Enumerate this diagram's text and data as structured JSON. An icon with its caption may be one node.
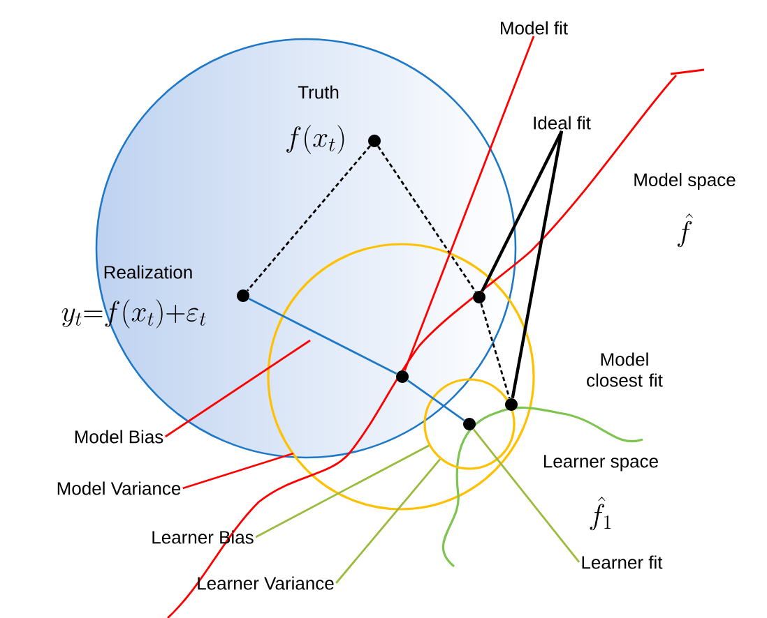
{
  "diagram": {
    "nodes": [
      {
        "text": [],
        "shape": "circle",
        "beside": [
          "Truth",
          "f(x_t)"
        ]
      },
      {
        "text": [],
        "shape": "circle",
        "beside": [
          "Realization",
          "y_t{=}f(x_t){+}\\varepsilon_t"
        ]
      },
      {
        "text": [],
        "shape": "circle"
      },
      {
        "text": [],
        "shape": "circle"
      },
      {
        "text": [],
        "shape": "circle"
      },
      {
        "text": [],
        "shape": "circle",
        "beside": [
          "Model closest fit"
        ]
      },
      {
        "text": [
          "Ideal fit"
        ]
      },
      {
        "text": [
          "Model fit"
        ]
      },
      {
        "text": [
          "Model Bias"
        ]
      },
      {
        "text": [
          "Model Variance"
        ]
      },
      {
        "text": [
          "Learner Bias"
        ]
      },
      {
        "text": [
          "Learner Variance"
        ]
      },
      {
        "text": [
          "Learner fit"
        ]
      },
      {
        "text": [],
        "shape": "circle",
        "in": 4
      }
    ],
    "edges": [
      {
        "from": 0,
        "to": 1,
        "arrow": "none",
        "style": "dashed"
      },
      {
        "from": 0,
        "to": 2,
        "arrow": "none",
        "style": "dashed"
      },
      {
        "from": 2,
        "to": 5,
        "arrow": "none",
        "style": "dashed"
      },
      {
        "from": 1,
        "to": 3,
        "arrow": "none",
        "color": "#1e78c8"
      },
      {
        "from": 3,
        "to": 13,
        "arrow": "none",
        "color": "#1e78c8"
      },
      {
        "from": 6,
        "to": 2,
        "arrow": "none"
      },
      {
        "from": 6,
        "to": 5,
        "arrow": "none"
      },
      {
        "from": 7,
        "to": 3,
        "arrow": "none",
        "color": "#ff0000"
      },
      {
        "from": 8,
        "to": null,
        "arrow": "none",
        "color": "#ff0000"
      },
      {
        "from": 9,
        "to": null,
        "arrow": "none",
        "color": "#ff0000"
      },
      {
        "from": 10,
        "to": 4,
        "arrow": "none",
        "color": "#9bbb3c"
      },
      {
        "from": 11,
        "to": 4,
        "arrow": "none",
        "color": "#9bbb3c"
      },
      {
        "from": 12,
        "to": 13,
        "arrow": "none",
        "color": "#9bbb3c"
      }
    ],
    "labels": [
      "Model space",
      "\\hat{f}",
      "Learner space",
      "\\hat{f}_1"
    ]
  }
}
